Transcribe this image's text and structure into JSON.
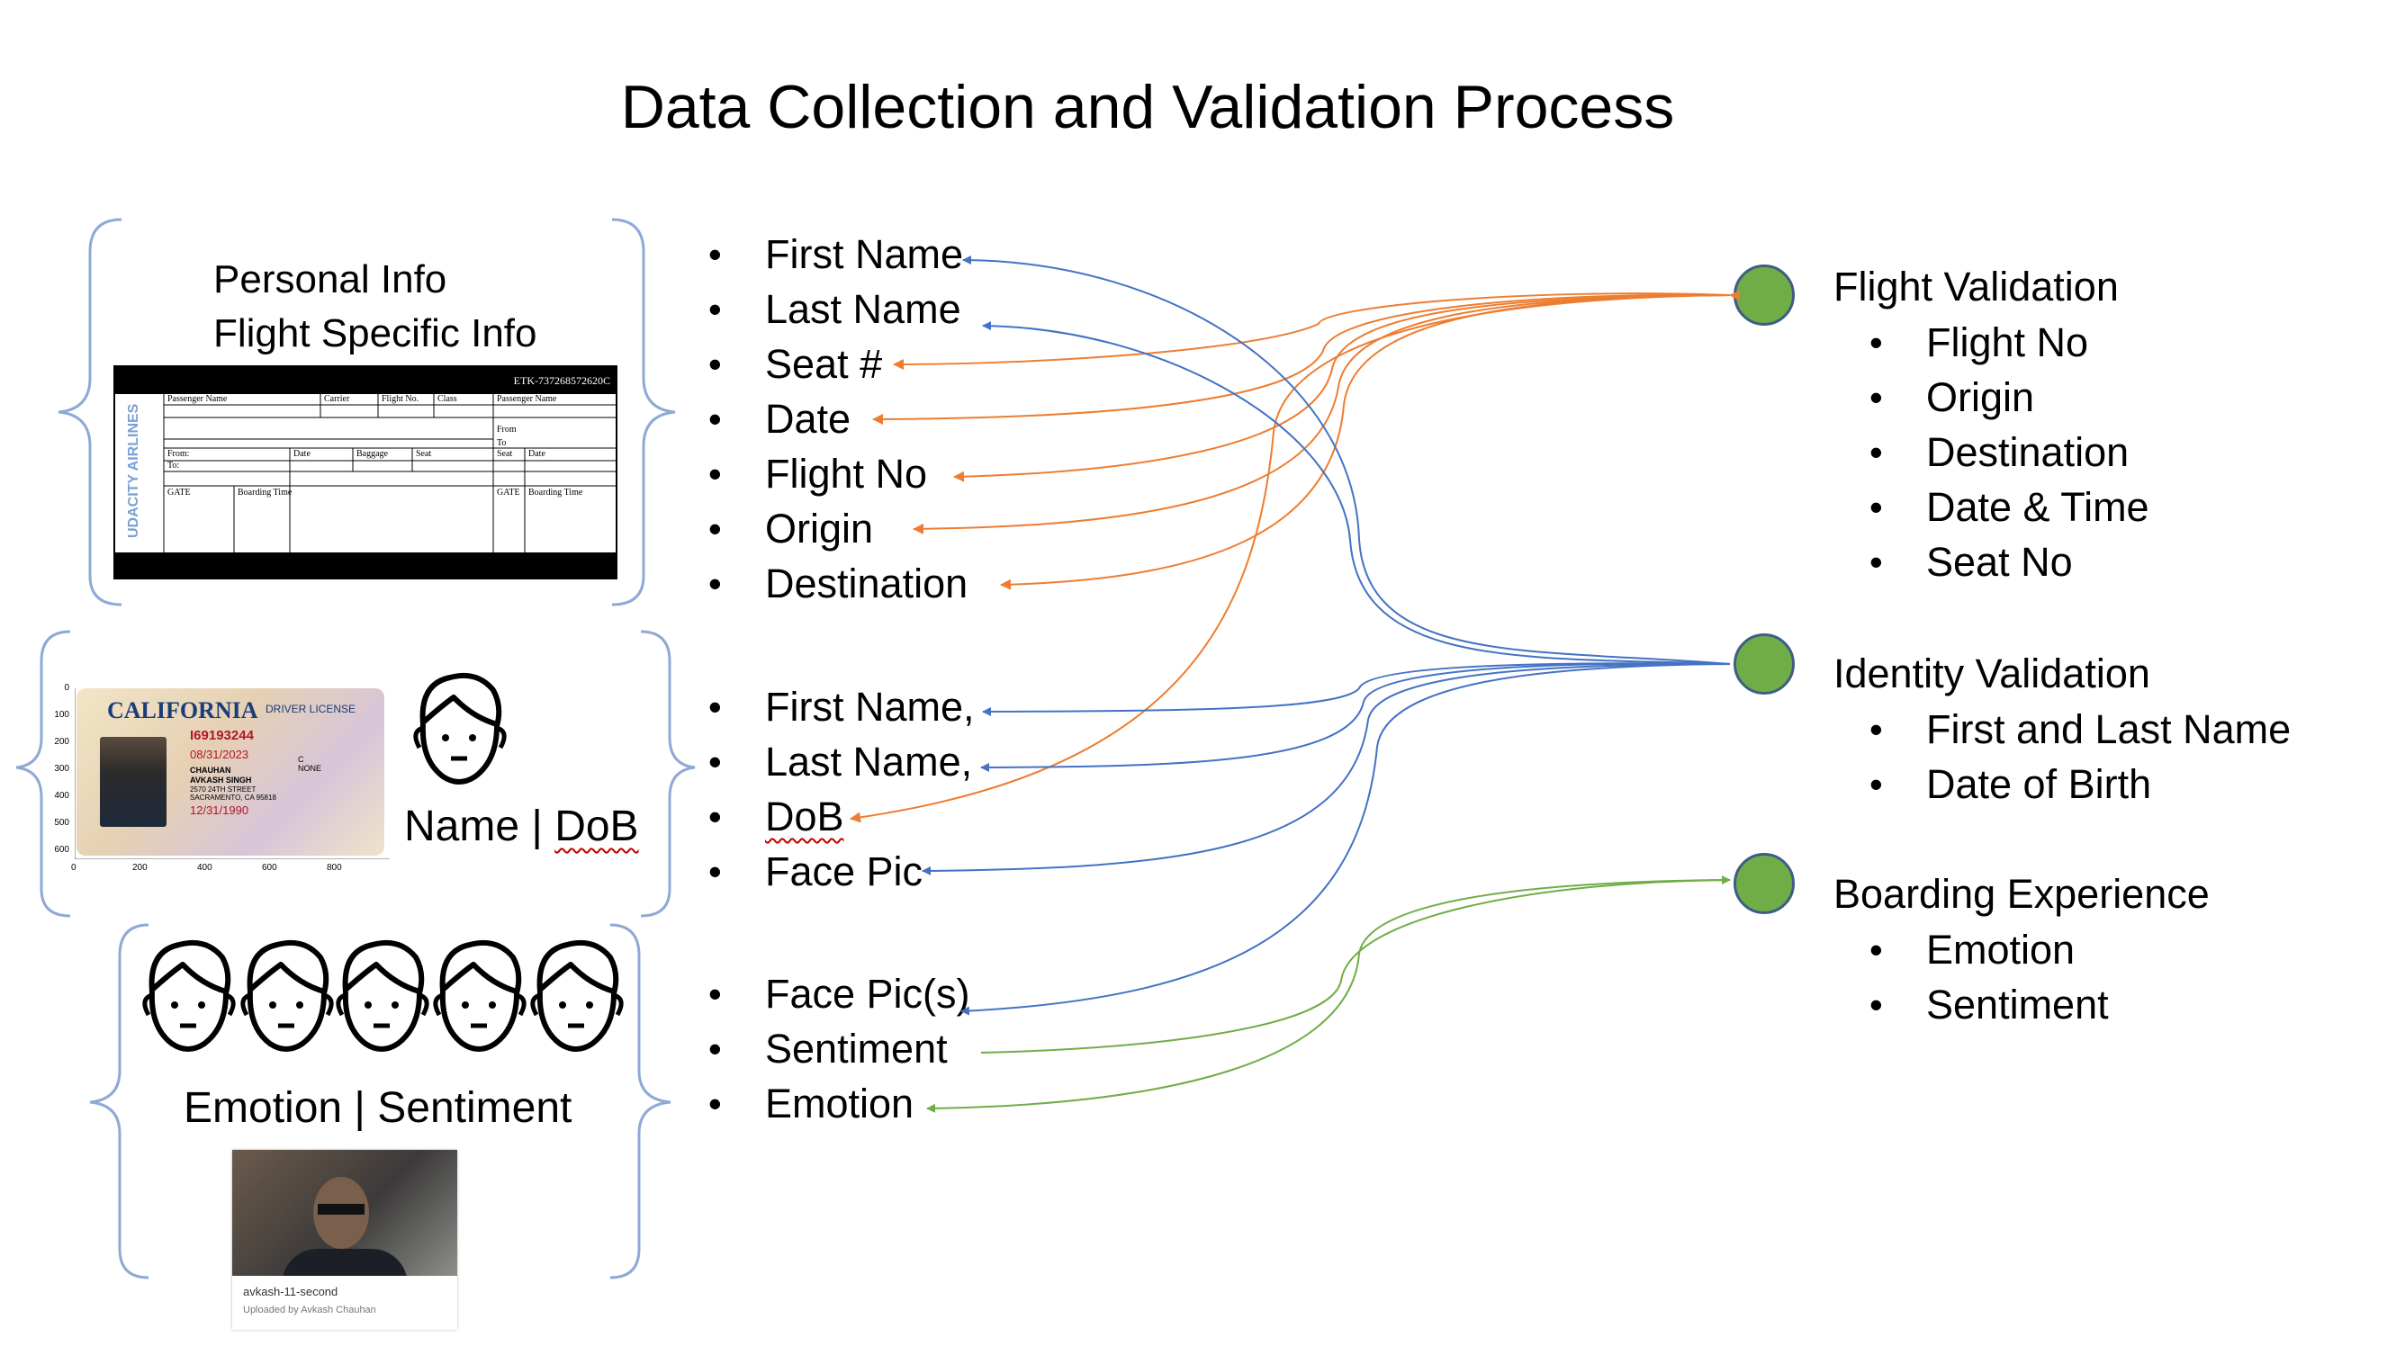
{
  "title": "Data Collection and Validation Process",
  "colors": {
    "blue": "#4472C4",
    "orange": "#ED7D31",
    "green": "#70AD47",
    "node_border": "#3E5D83",
    "brace": "#8FA9D6"
  },
  "left_panels": {
    "flight_panel": {
      "line1": "Personal Info",
      "line2": "Flight Specific Info"
    },
    "ticket": {
      "ticket_number": "ETK-737268572620C",
      "airline": "UDACITY AIRLINES",
      "fields_top": [
        "Passenger Name",
        "Carrier",
        "Flight No.",
        "Class",
        "Passenger Name"
      ],
      "fields_mid": [
        "From:",
        "To:",
        "Date",
        "Baggage",
        "Seat",
        "From",
        "To",
        "Seat",
        "Date"
      ],
      "fields_bottom": [
        "GATE",
        "Boarding Time",
        "GATE",
        "Boarding Time"
      ]
    },
    "license": {
      "state": "CALIFORNIA",
      "doc_type": "DRIVER LICENSE",
      "dl_number": "I69193244",
      "exp": "08/31/2023",
      "last_name": "CHAUHAN",
      "first_name": "AVKASH SINGH",
      "address1": "2570 24TH STREET",
      "address2": "SACRAMENTO, CA 95818",
      "dob": "12/31/1990",
      "class": "C",
      "end": "NONE",
      "y_ticks": [
        "0",
        "100",
        "200",
        "300",
        "400",
        "500",
        "600"
      ],
      "x_ticks": [
        "0",
        "200",
        "400",
        "600",
        "800"
      ]
    },
    "identity_panel_label": "Name | DoB",
    "identity_label_parts": [
      "Name | ",
      "DoB"
    ],
    "emotion_panel_label": "Emotion | Sentiment",
    "video": {
      "name": "avkash-11-second",
      "uploader": "Uploaded by Avkash Chauhan"
    }
  },
  "middle_groups": [
    {
      "items": [
        "First Name",
        "Last Name",
        "Seat #",
        "Date",
        "Flight No",
        "Origin",
        "Destination"
      ]
    },
    {
      "items": [
        "First Name,",
        "Last Name,",
        "DoB",
        "Face Pic"
      ]
    },
    {
      "items": [
        "Face Pic(s)",
        "Sentiment",
        "Emotion"
      ]
    }
  ],
  "validations": [
    {
      "heading": "Flight Validation",
      "items": [
        "Flight No",
        "Origin",
        "Destination",
        "Date & Time",
        "Seat No"
      ]
    },
    {
      "heading": "Identity Validation",
      "items": [
        "First and Last Name",
        "Date of Birth"
      ]
    },
    {
      "heading": "Boarding Experience",
      "items": [
        "Emotion",
        "Sentiment"
      ]
    }
  ],
  "icons": {
    "face": "person-face-icon",
    "node": "validation-node-icon",
    "brace": "curly-brace-icon",
    "arrow": "arrow-icon"
  }
}
